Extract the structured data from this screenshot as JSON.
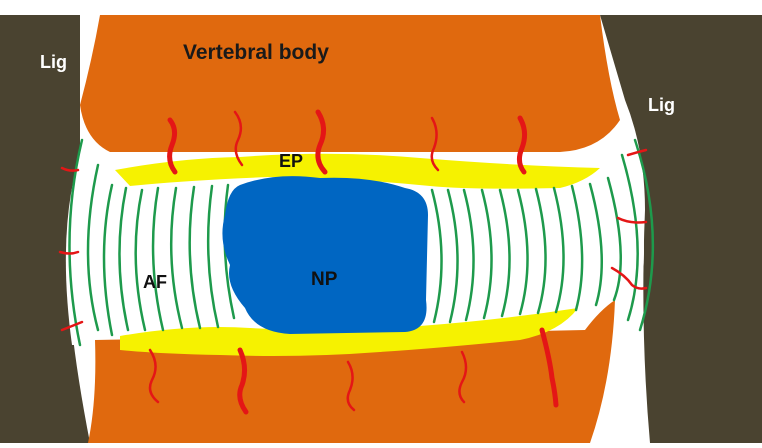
{
  "labels": {
    "vertebral_body": "Vertebral body",
    "ligament_left": "Lig",
    "ligament_right": "Lig",
    "endplate": "EP",
    "annulus_fibrosus": "AF",
    "nucleus_pulposus": "NP"
  },
  "colors": {
    "ligament": "#4a4330",
    "vertebral_body": "#e0690e",
    "endplate": "#f6f200",
    "annulus_fibers": "#1e9a4c",
    "nucleus": "#0066c2",
    "blood_vessels": "#e41616",
    "background": "#ffffff"
  }
}
